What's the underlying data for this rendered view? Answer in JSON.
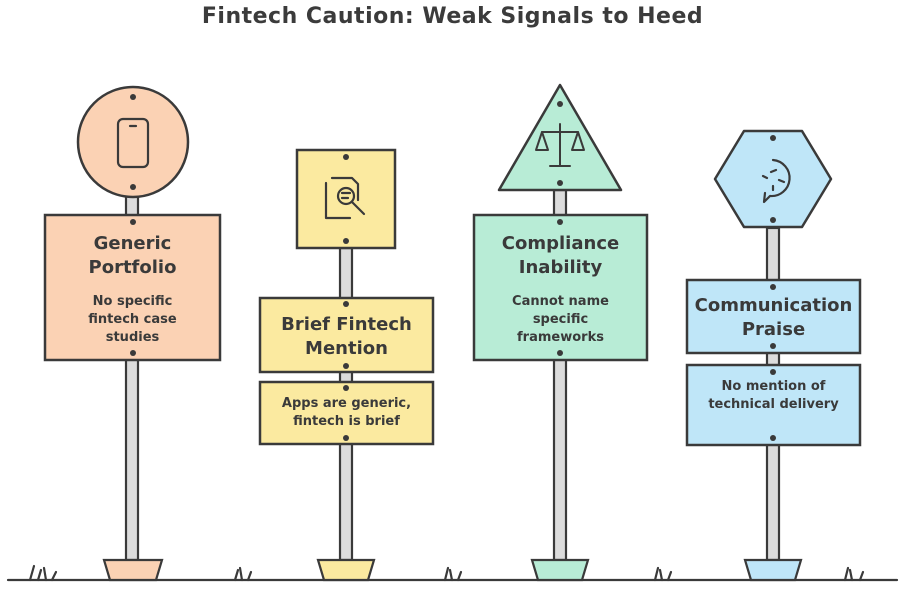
{
  "title": "Fintech Caution: Weak Signals to Heed",
  "signs": [
    {
      "heading": "Generic Portfolio",
      "description": "No specific fintech case studies",
      "icon": "smartphone-icon",
      "color": "#fbd2b4"
    },
    {
      "heading": "Brief Fintech Mention",
      "description": "Apps are generic, fintech is brief",
      "icon": "document-search-icon",
      "color": "#fbeaa0"
    },
    {
      "heading": "Compliance Inability",
      "description": "Cannot name specific frameworks",
      "icon": "scales-icon",
      "color": "#b8ecd6"
    },
    {
      "heading": "Communication Praise",
      "description": "No mention of technical delivery",
      "icon": "speech-bubble-icon",
      "color": "#bfe6f8"
    }
  ]
}
